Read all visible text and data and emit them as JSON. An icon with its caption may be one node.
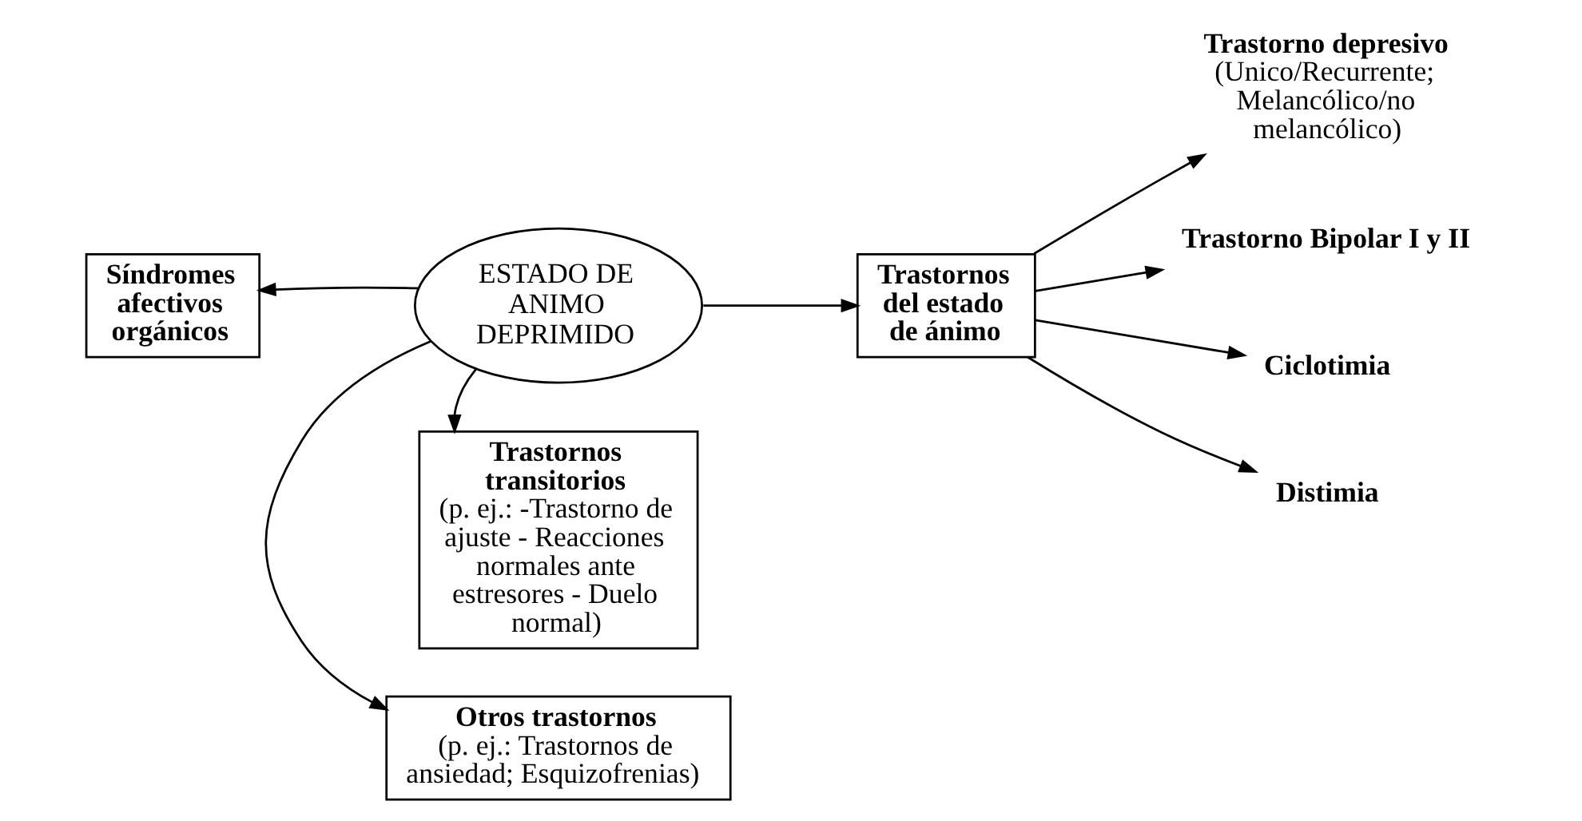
{
  "diagram": {
    "nodes": [
      {
        "text": [
          "Otros trastornos",
          "(p. ej.: Trastornos de ansiedad; Esquizofrenias)"
        ]
      },
      {
        "text": [
          "Síndromes afectivos orgánicos"
        ]
      },
      {
        "text": [
          "ESTADO DE ANIMO DEPRIMIDO"
        ]
      },
      {
        "text": [
          "Trastornos del estado de ánimo"
        ]
      },
      {
        "text": [
          "Trastorno depresivo",
          "(Unico/Recurrente; Melancólico/no melancólico)"
        ]
      },
      {
        "text": [
          "Trastorno Bipolar I y II"
        ]
      },
      {
        "text": [
          "Ciclotimia"
        ]
      },
      {
        "text": [
          "Distimia"
        ]
      },
      {
        "text": [
          "Trastornos transitorios",
          "(p. ej.: -Trastorno de ajuste - Reacciones normales ante estresores - Duelo normal)"
        ]
      }
    ],
    "edges": [
      {
        "from": 2,
        "to": 0,
        "arrow": "to"
      },
      {
        "from": 2,
        "to": 1,
        "arrow": "to"
      },
      {
        "from": 2,
        "to": 3,
        "arrow": "to"
      },
      {
        "from": 2,
        "to": 8,
        "arrow": "to"
      },
      {
        "from": 3,
        "to": 4,
        "arrow": "to"
      },
      {
        "from": 3,
        "to": 5,
        "arrow": "to"
      },
      {
        "from": 3,
        "to": 6,
        "arrow": "to"
      },
      {
        "from": 3,
        "to": 7,
        "arrow": "to"
      }
    ]
  }
}
